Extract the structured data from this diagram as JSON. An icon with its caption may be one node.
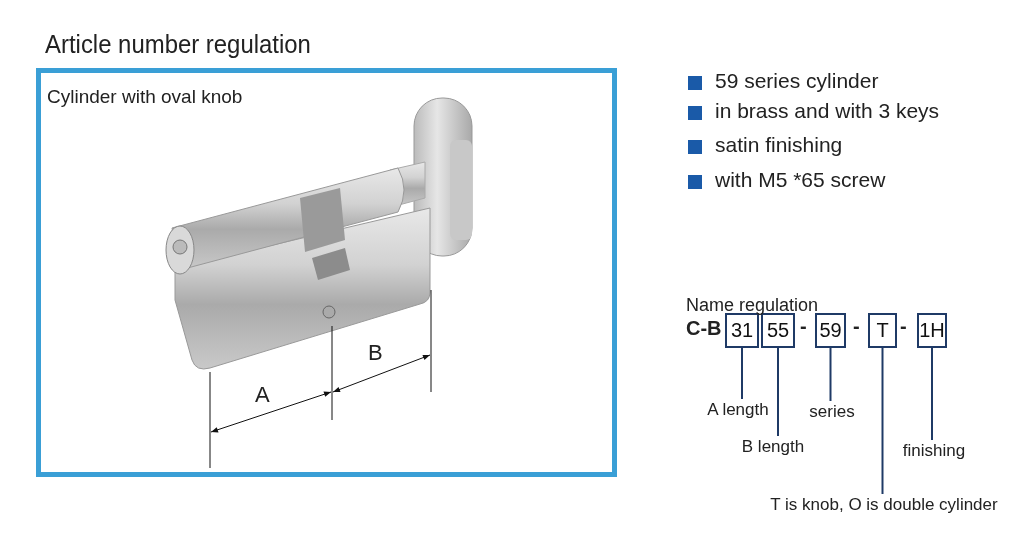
{
  "diagram": {
    "title": "Article number regulation",
    "nodes": [
      {
        "text": [
          "Cylinder with oval knob"
        ]
      },
      {
        "text": [
          "31"
        ]
      },
      {
        "text": [
          "55"
        ]
      },
      {
        "text": [
          "59"
        ]
      },
      {
        "text": [
          "T"
        ]
      },
      {
        "text": [
          "1H"
        ]
      },
      {
        "text": [
          "A length"
        ]
      },
      {
        "text": [
          "B length"
        ]
      },
      {
        "text": [
          "series"
        ]
      },
      {
        "text": [
          "T is knob, O is double cylinder"
        ]
      },
      {
        "text": [
          "finishing"
        ]
      }
    ],
    "edges": [
      {
        "from": 6,
        "to": 1,
        "arrow": "none"
      },
      {
        "from": 7,
        "to": 2,
        "arrow": "none"
      },
      {
        "from": 8,
        "to": 3,
        "arrow": "none"
      },
      {
        "from": 9,
        "to": 4,
        "arrow": "none"
      },
      {
        "from": 10,
        "to": 5,
        "arrow": "none"
      }
    ],
    "labels": [
      "59 series cylinder",
      "in brass and with 3 keys",
      "satin finishing",
      "with M5 *65 screw",
      "B",
      "A",
      "Name regulation",
      "C-B",
      "-",
      "-",
      "-"
    ]
  }
}
